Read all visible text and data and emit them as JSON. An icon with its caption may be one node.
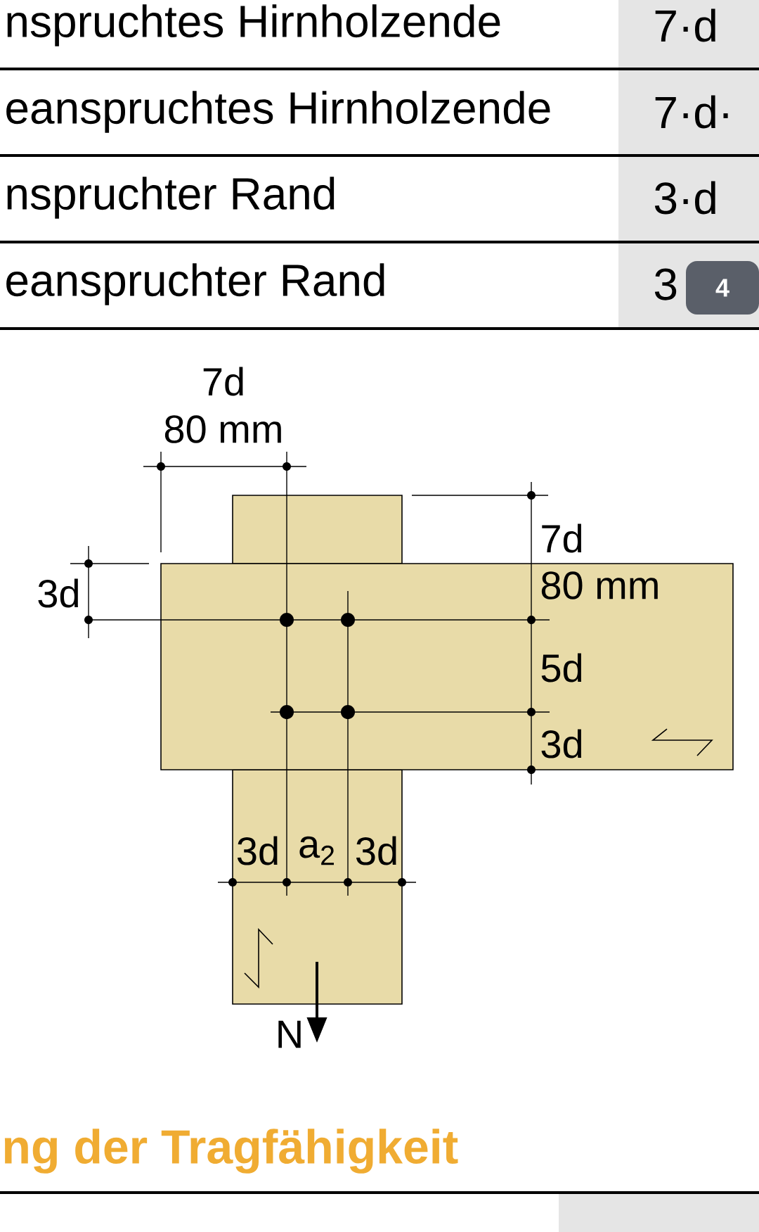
{
  "diagram": {
    "labels": [
      "nspruchtes Hirnholzende",
      "7·d",
      "eanspruchtes Hirnholzende",
      "7·d·",
      "nspruchter Rand",
      "3·d",
      "eanspruchter Rand",
      "3",
      "4",
      "7d",
      "80 mm",
      "7d",
      "3d",
      "80 mm",
      "5d",
      "3d",
      "3d",
      "a$_{2}$",
      "3d",
      "N",
      "ng der Tragfähigkeit"
    ]
  }
}
